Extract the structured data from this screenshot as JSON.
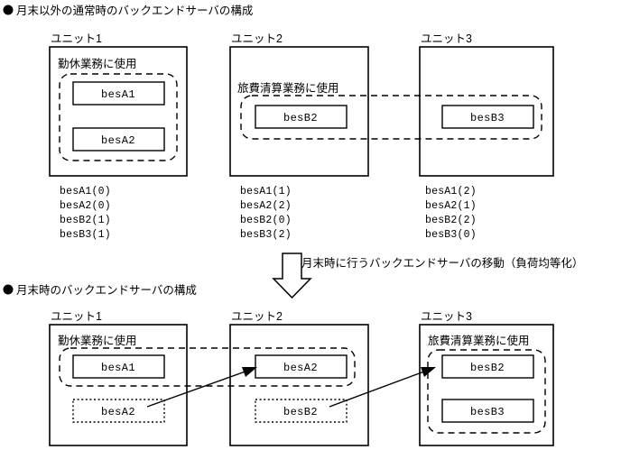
{
  "page": {
    "bullet_glyph": "●",
    "background_color": "#ffffff",
    "line_color": "#000000"
  },
  "sections": {
    "top": {
      "heading": "月末以外の通常時のバックエンドサーバの構成",
      "units": [
        {
          "label": "ユニット1",
          "group_label": "勤休業務に使用",
          "servers": [
            "besA1",
            "besA2"
          ],
          "status": [
            "besA1(0)",
            "besA2(0)",
            "besB2(1)",
            "besB3(1)"
          ]
        },
        {
          "label": "ユニット2",
          "group_label": "旅費清算業務に使用",
          "servers": [
            "besB2"
          ],
          "status": [
            "besA1(1)",
            "besA2(2)",
            "besB2(0)",
            "besB3(2)"
          ]
        },
        {
          "label": "ユニット3",
          "group_label": "",
          "servers": [
            "besB3"
          ],
          "status": [
            "besA1(2)",
            "besA2(1)",
            "besB2(2)",
            "besB3(0)"
          ]
        }
      ]
    },
    "transition": {
      "caption": "月末時に行うバックエンドサーバの移動（負荷均等化）",
      "arrow_direction": "down"
    },
    "bottom": {
      "heading": "月末時のバックエンドサーバの構成",
      "units": [
        {
          "label": "ユニット1",
          "group_label": "勤休業務に使用",
          "servers": [
            "besA1"
          ],
          "moving_server": "besA2"
        },
        {
          "label": "ユニット2",
          "group_label": "",
          "servers": [
            "besA2"
          ],
          "moving_server": "besB2"
        },
        {
          "label": "ユニット3",
          "group_label": "旅費清算業務に使用",
          "servers": [
            "besB2",
            "besB3"
          ],
          "moving_server": ""
        }
      ]
    }
  }
}
